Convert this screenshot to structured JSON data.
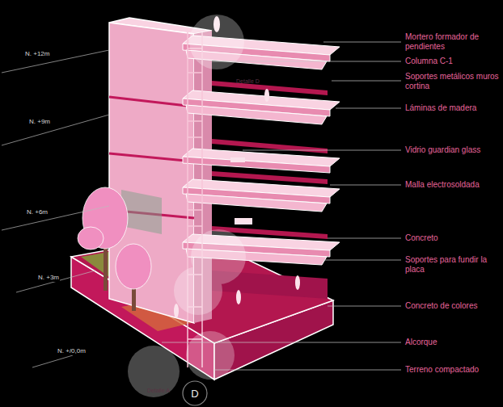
{
  "diagram": {
    "nodes": [
      {
        "text": [
          "D"
        ]
      }
    ],
    "labels": [
      "Mortero formador de pendientes",
      "Columna C-1",
      "Soportes metálicos muros cortina",
      "Láminas de madera",
      "Vidrio guardian glass",
      "Malla electrosoldada",
      "Concreto",
      "Soportes para fundir la placa",
      "Concreto de colores",
      "Alcorque",
      "Terreno compactado",
      "N. +12m",
      "N. +9m",
      "N. +6m",
      "N. +3m",
      "N. +/0,0m",
      "Detalle D",
      "Detalle A"
    ]
  }
}
